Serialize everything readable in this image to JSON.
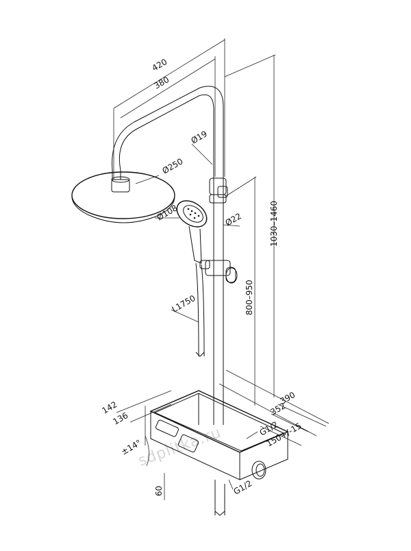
{
  "dimensions": {
    "width_outer": "420",
    "width_inner": "380",
    "pipe_dia": "Ø19",
    "head_dia": "Ø250",
    "hand_dia": "Ø108",
    "bar_dia": "Ø22",
    "hose_len": "L1750",
    "slide_range": "800–950",
    "height_range": "1030–1460",
    "depth_outer": "390",
    "depth_inner": "352",
    "offset": "150+/-15",
    "inlet_top": "G1/2",
    "inlet_bottom": "G1/2",
    "side_outer": "142",
    "side_inner": "136",
    "angle": "±14°",
    "bottom": "60"
  },
  "watermark": "sdplitka.ru"
}
